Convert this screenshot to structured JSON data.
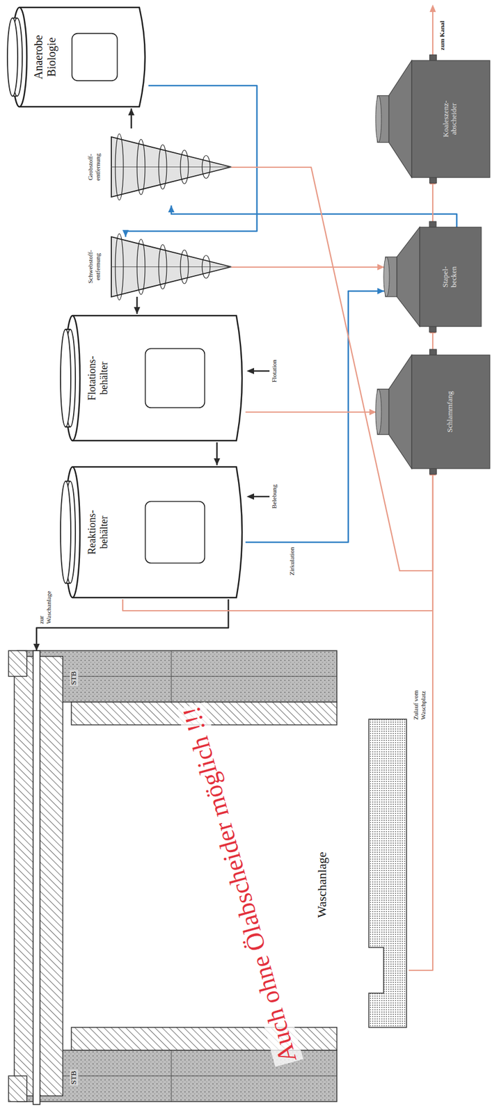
{
  "diagram": {
    "nodes": [
      {
        "text": [
          "Waschanlage"
        ]
      },
      {
        "text": [
          "Reaktions- behälter"
        ]
      },
      {
        "text": [
          "Flotations- behälter"
        ]
      },
      {
        "text": [
          "Schwebstoff- entfernung"
        ]
      },
      {
        "text": [
          "Grobstoff- entfernung"
        ]
      },
      {
        "text": [
          "Anaerobe Biologie"
        ]
      },
      {
        "text": [
          "Schlammfang"
        ]
      },
      {
        "text": [
          "Stapel- becken"
        ]
      },
      {
        "text": [
          "Koaleszenz- abscheider"
        ]
      }
    ],
    "edges": [
      {
        "from": 4,
        "to": 5,
        "arrow": "to"
      },
      {
        "from": 5,
        "to": 3,
        "arrow": "to"
      },
      {
        "from": 3,
        "to": 2,
        "arrow": "to"
      },
      {
        "from": 2,
        "to": 1,
        "arrow": "to"
      },
      {
        "from": 1,
        "to": 0,
        "label": "zur Waschanlage",
        "arrow": "to"
      },
      {
        "from": 1,
        "to": 7,
        "label": "Zirkulation",
        "arrow": "to"
      },
      {
        "from": 7,
        "to": 4,
        "arrow": "to"
      },
      {
        "from": 0,
        "to": 6,
        "label": "Zulauf vom Waschplatz",
        "arrow": "to"
      },
      {
        "from": 1,
        "to": 6,
        "arrow": "to"
      },
      {
        "from": 2,
        "to": 6,
        "arrow": "to"
      },
      {
        "from": 3,
        "to": 7,
        "arrow": "to"
      },
      {
        "from": 4,
        "to": 6,
        "arrow": "to"
      },
      {
        "from": 6,
        "to": 7,
        "arrow": "to"
      },
      {
        "from": 7,
        "to": 8,
        "arrow": "to"
      }
    ],
    "labels": [
      "STB",
      "STB",
      "Belebung",
      "Flotation",
      "zum Kanal",
      "Auch ohne Ölabscheider möglich !!!"
    ]
  }
}
